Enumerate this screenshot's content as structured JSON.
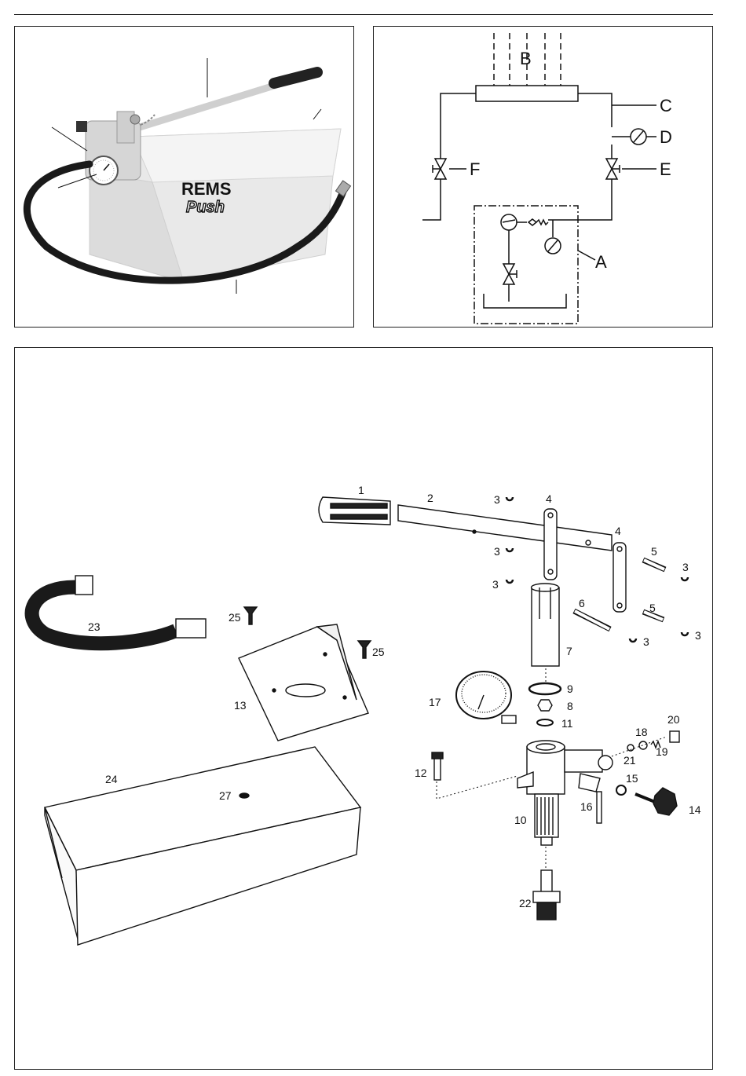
{
  "schematic": {
    "labels": {
      "A": "A",
      "B": "B",
      "C": "C",
      "D": "D",
      "E": "E",
      "F": "F"
    }
  },
  "product": {
    "brand": "REMS",
    "model": "Push"
  },
  "parts": {
    "p1": "1",
    "p2": "2",
    "p3a": "3",
    "p3b": "3",
    "p3c": "3",
    "p3d": "3",
    "p3e": "3",
    "p3f": "3",
    "p4a": "4",
    "p4b": "4",
    "p5a": "5",
    "p5b": "5",
    "p6": "6",
    "p7": "7",
    "p8": "8",
    "p9": "9",
    "p10": "10",
    "p11": "11",
    "p12": "12",
    "p13": "13",
    "p14": "14",
    "p15": "15",
    "p16": "16",
    "p17": "17",
    "p18": "18",
    "p19": "19",
    "p20": "20",
    "p21": "21",
    "p22": "22",
    "p23": "23",
    "p24": "24",
    "p25a": "25",
    "p25b": "25",
    "p27": "27"
  },
  "colors": {
    "ink": "#111111",
    "pump_body": "#e6e6e6",
    "hose": "#1a1a1a",
    "grip": "#222222"
  }
}
